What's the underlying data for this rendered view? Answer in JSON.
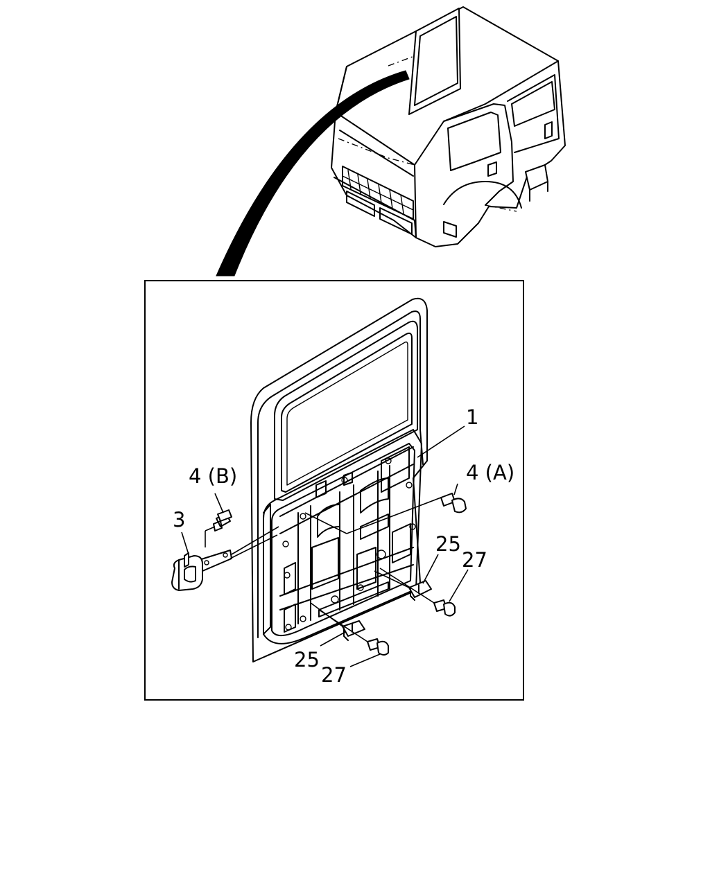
{
  "callouts": {
    "door_panel": "1",
    "hinge": "3",
    "bolt_b": "4 (B)",
    "bolt_a": "4 (A)",
    "striker_upper": "25",
    "bolt_upper": "27",
    "striker_lower": "25",
    "bolt_lower": "27"
  },
  "icons": {
    "cab": "truck-cab-icon",
    "door": "door-panel-icon",
    "hinge": "hinge-icon",
    "bolt": "bolt-icon",
    "striker": "striker-icon"
  },
  "colors": {
    "line": "#000000",
    "background": "#ffffff"
  }
}
